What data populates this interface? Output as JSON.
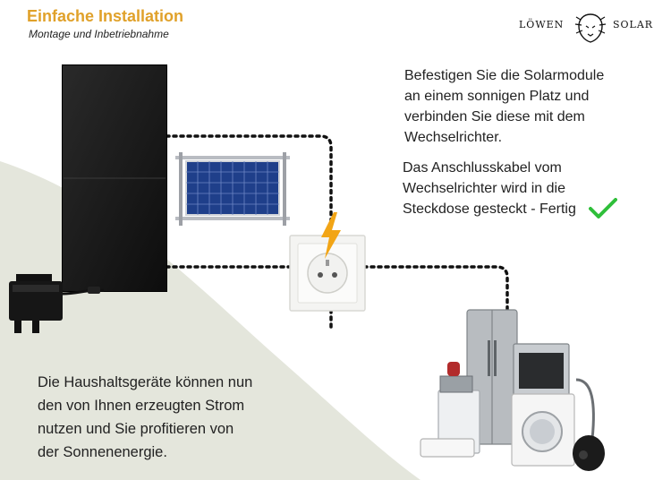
{
  "header": {
    "title": "Einfache Installation",
    "subtitle": "Montage und Inbetriebnahme"
  },
  "brand": {
    "left_word": "LÖWEN",
    "right_word": "SOLAR",
    "icon": "lion-head-icon"
  },
  "steps": {
    "step1_lines": [
      "Befestigen Sie die Solarmodule",
      "an einem sonnigen Platz und",
      "verbinden Sie diese mit dem",
      "Wechselrichter."
    ],
    "step2_lines": [
      "Das Anschlusskabel vom",
      "Wechselrichter wird in die",
      "Steckdose gesteckt - Fertig"
    ],
    "step3_lines": [
      "Die Haushaltsgeräte können nun",
      "den von Ihnen erzeugten Strom",
      "nutzen und Sie profitieren von",
      "der Sonnenenergie."
    ]
  },
  "icons": {
    "check": "checkmark-icon",
    "bolt": "lightning-bolt-icon",
    "socket": "power-socket-icon",
    "panel": "solar-panel-icon",
    "balcony_panel": "balcony-solar-panel-icon",
    "inverter": "micro-inverter-icon",
    "appliances": "household-appliances-icon"
  },
  "colors": {
    "accent_title": "#e0a12a",
    "check_green": "#2fbf3a",
    "bolt_orange": "#f2a516",
    "background_curve": "#e4e6dc"
  }
}
